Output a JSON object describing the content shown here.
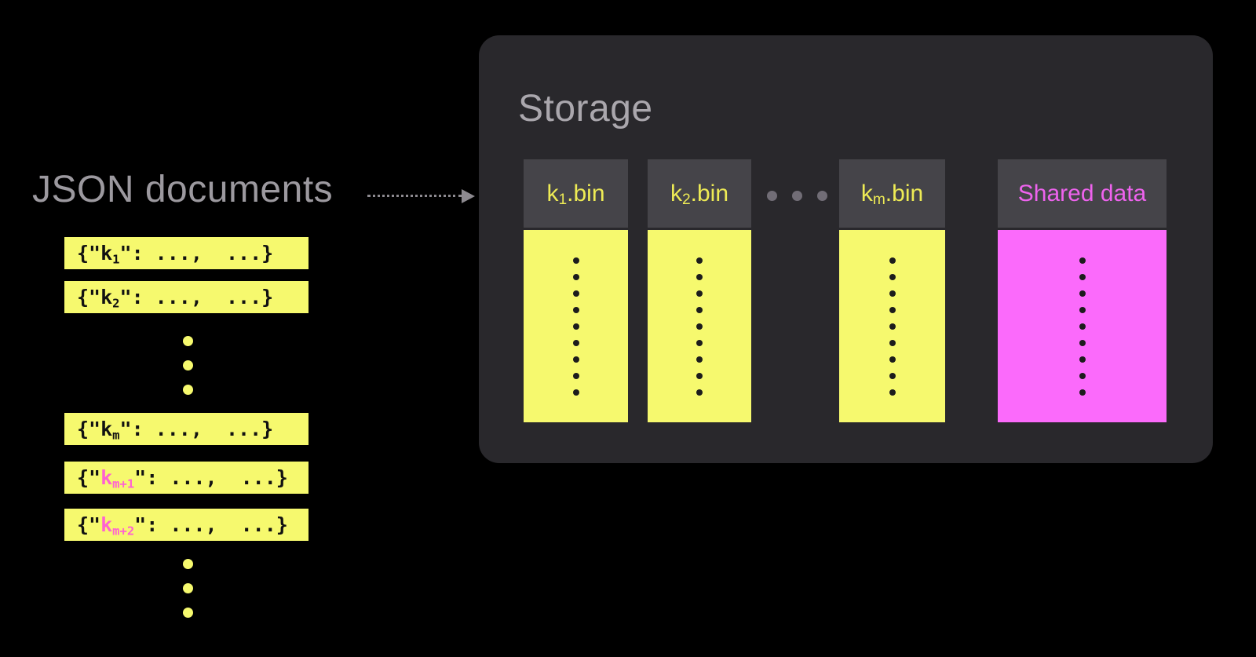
{
  "colors": {
    "background": "#000000",
    "panel": "#29282c",
    "header-box": "#454449",
    "yellow": "#f6f96e",
    "magenta": "#fb6afb",
    "key-pink": "#ff62d1",
    "header-yellow": "#eeeb55",
    "shared-label": "#ee63ee",
    "title-gray": "#9c999f",
    "storage-title": "#aaa7ad",
    "ellipsis-gray": "#716d76",
    "arrow-gray": "#8d8a90",
    "dot-dark": "#1c1c1c"
  },
  "left": {
    "title": "JSON documents",
    "bars": [
      {
        "prefix": "{\"",
        "key": "k",
        "sub": "1",
        "suffix": "\": ...,  ...}"
      },
      {
        "prefix": "{\"",
        "key": "k",
        "sub": "2",
        "suffix": "\": ...,  ...}"
      },
      {
        "prefix": "{\"",
        "key": "k",
        "sub": "m",
        "suffix": "\": ...,  ...}"
      },
      {
        "prefix": "{\"",
        "key": "k",
        "sub": "m+1",
        "suffix": "\": ...,  ...}"
      },
      {
        "prefix": "{\"",
        "key": "k",
        "sub": "m+2",
        "suffix": "\": ...,  ...}"
      }
    ],
    "ellipsis_dots": 3
  },
  "storage": {
    "title": "Storage",
    "columns": [
      {
        "key": "k",
        "sub": "1",
        "suffix": ".bin",
        "type": "bin"
      },
      {
        "key": "k",
        "sub": "2",
        "suffix": ".bin",
        "type": "bin"
      },
      {
        "key": "k",
        "sub": "m",
        "suffix": ".bin",
        "type": "bin"
      },
      {
        "label": "Shared data",
        "type": "shared"
      }
    ],
    "ellipsis_dots": 3,
    "dots_per_column": 9
  }
}
